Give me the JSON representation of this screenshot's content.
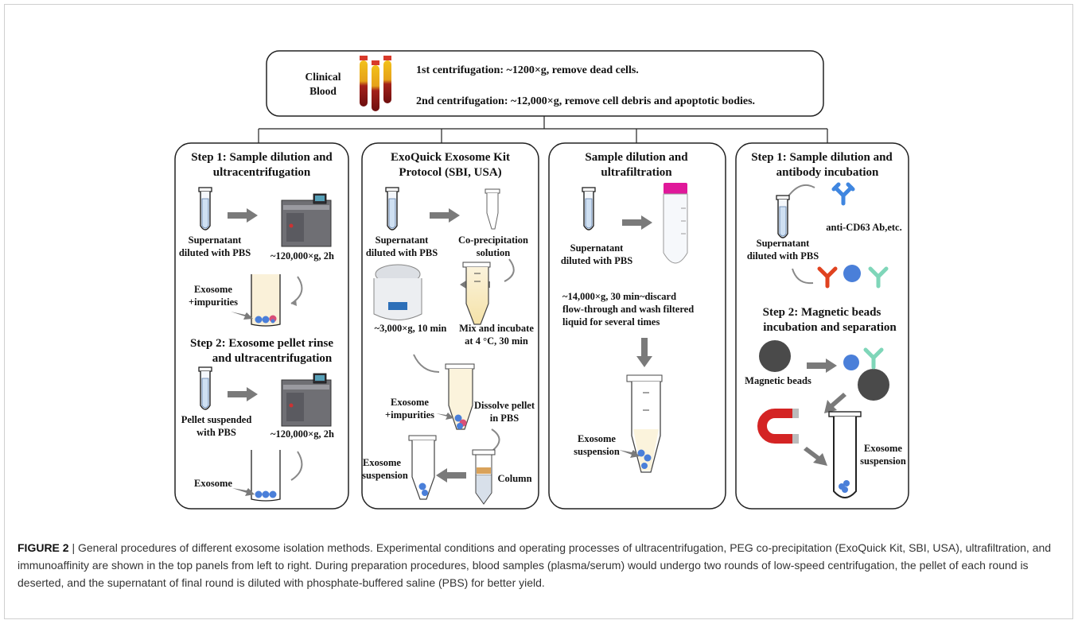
{
  "top": {
    "source": [
      "Clinical",
      "Blood"
    ],
    "step1": "1st centrifugation: ~1200×g, remove dead cells.",
    "step2": "2nd centrifugation: ~12,000×g, remove cell debris and apoptotic bodies."
  },
  "panel1": {
    "title": [
      "Step 1: Sample dilution and",
      "ultracentrifugation"
    ],
    "supernatant": [
      "Supernatant",
      "diluted with PBS"
    ],
    "speed1": "~120,000×g, 2h",
    "exo_imp": [
      "Exosome",
      "+impurities"
    ],
    "title2": [
      "Step 2: Exosome pellet rinse",
      "and ultracentrifugation"
    ],
    "pellet": [
      "Pellet suspended",
      "with PBS"
    ],
    "speed2": "~120,000×g, 2h",
    "exosome": "Exosome"
  },
  "panel2": {
    "title": [
      "ExoQuick Exosome Kit",
      "Protocol (SBI, USA)"
    ],
    "supernatant": [
      "Supernatant",
      "diluted with PBS"
    ],
    "coprecip": [
      "Co-precipitation",
      "solution"
    ],
    "spin": "~3,000×g, 10 min",
    "mix": [
      "Mix and incubate",
      "at 4 °C, 30 min"
    ],
    "exo_imp": [
      "Exosome",
      "+impurities"
    ],
    "dissolve": [
      "Dissolve pellet",
      "in PBS"
    ],
    "exo_susp": [
      "Exosome",
      "suspension"
    ],
    "column": "Column"
  },
  "panel3": {
    "title": [
      "Sample dilution and",
      "ultrafiltration"
    ],
    "supernatant": [
      "Supernatant",
      "diluted with PBS"
    ],
    "spin": [
      "~14,000×g, 30 min~discard",
      "flow-through and wash filtered",
      "liquid for several times"
    ],
    "exo_susp": [
      "Exosome",
      "suspension"
    ]
  },
  "panel4": {
    "title": [
      "Step 1: Sample dilution and",
      "antibody incubation"
    ],
    "antibody": "anti-CD63 Ab,etc.",
    "supernatant": [
      "Supernatant",
      "diluted with PBS"
    ],
    "title2": [
      "Step 2: Magnetic beads",
      "incubation and separation"
    ],
    "beads": "Magnetic beads",
    "exo_susp": [
      "Exosome",
      "suspension"
    ]
  },
  "caption": {
    "figure": "FIGURE 2",
    "text": " | General procedures of different exosome isolation methods. Experimental conditions and operating processes of ultracentrifugation, PEG co-precipitation (ExoQuick Kit, SBI, USA), ultrafiltration, and immunoaffinity are shown in the top panels from left to right. During preparation procedures, blood samples (plasma/serum) would undergo two rounds of low-speed centrifugation, the pellet of each round is deserted, and the supernatant of final round is diluted with phosphate-buffered saline (PBS) for better yield."
  },
  "colors": {
    "exosome": "#4a7fd9",
    "impurity": "#d94f78",
    "antibody_blue": "#3f86e0",
    "antibody_red": "#e0421f",
    "antibody_teal": "#7fd6b9",
    "magnet_red": "#d42424",
    "tube_cap": "#e0189a",
    "blood": "#8b1a1a"
  }
}
